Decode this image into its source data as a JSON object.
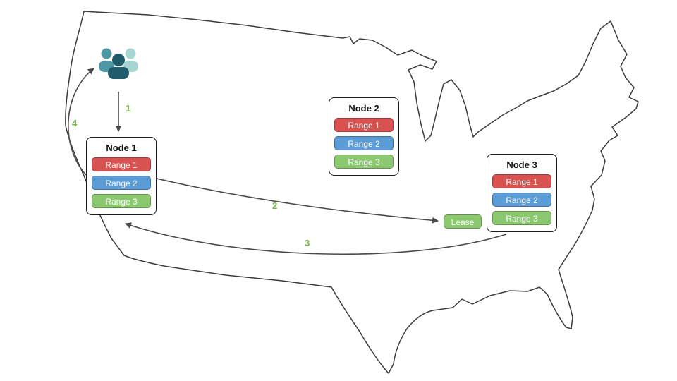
{
  "nodes": [
    {
      "id": "node1",
      "title": "Node 1",
      "ranges": [
        "Range 1",
        "Range 2",
        "Range 3"
      ]
    },
    {
      "id": "node2",
      "title": "Node 2",
      "ranges": [
        "Range 1",
        "Range 2",
        "Range 3"
      ]
    },
    {
      "id": "node3",
      "title": "Node 3",
      "ranges": [
        "Range 1",
        "Range 2",
        "Range 3"
      ]
    }
  ],
  "lease": {
    "label": "Lease"
  },
  "arrows": [
    {
      "label": "1"
    },
    {
      "label": "2"
    },
    {
      "label": "3"
    },
    {
      "label": "4"
    }
  ],
  "icons": {
    "users": "users-group-icon",
    "map": "us-map-outline"
  },
  "colors": {
    "range1": "#d95252",
    "range2": "#5b9cd6",
    "range3": "#8cc870",
    "arrow_label": "#76b041",
    "outline": "#3c3c3c",
    "arrow": "#4a4a4a",
    "users_front": "#1f5b6b",
    "users_left": "#4e98a5",
    "users_right": "#a6d4d0"
  }
}
